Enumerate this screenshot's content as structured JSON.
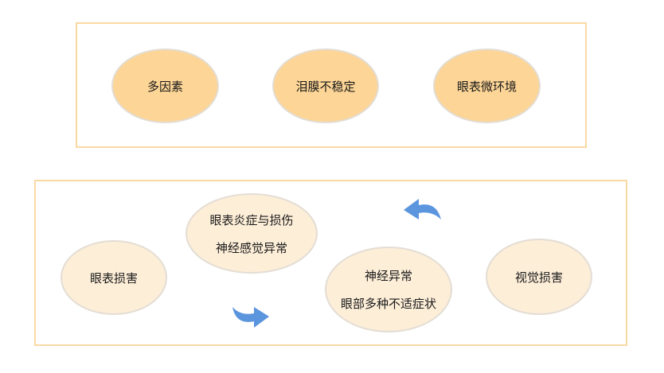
{
  "top_group": {
    "factors": [
      "多因素",
      "泪膜不稳定",
      "眼表微环境"
    ]
  },
  "bottom_group": {
    "damage": "眼表损害",
    "inflammation": [
      "眼表炎症与损伤",
      "神经感觉异常"
    ],
    "neuro": [
      "神经异常",
      "眼部多种不适症状"
    ],
    "vision": "视觉损害"
  },
  "colors": {
    "frame_border": "#f9d9a3",
    "oval_dark": "#fdd596",
    "oval_light": "#fdeed8",
    "oval_border": "#e3ddd4",
    "arrow": "#5b95de"
  },
  "icons": {
    "cycle_arrow_top": "curved-arrow-left-icon",
    "cycle_arrow_bottom": "curved-arrow-right-icon"
  }
}
